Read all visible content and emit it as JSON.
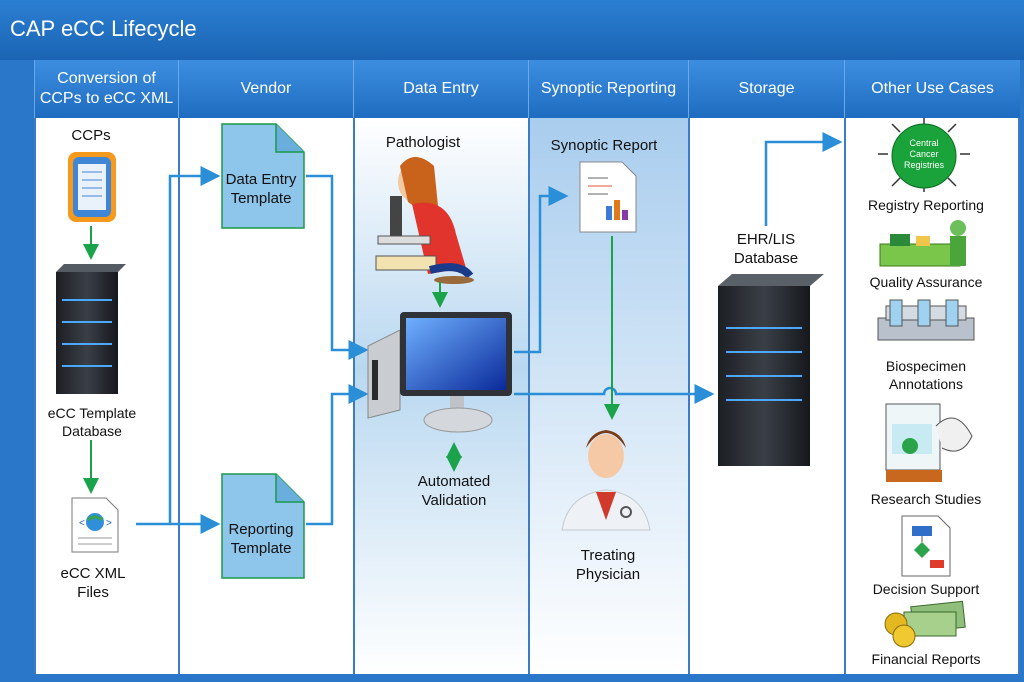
{
  "title": "CAP eCC Lifecycle",
  "columns": [
    "Conversion of\nCCPs to eCC XML",
    "Vendor",
    "Data Entry",
    "Synoptic Reporting",
    "Storage",
    "Other Use Cases"
  ],
  "conversion": {
    "ccps_label": "CCPs",
    "template_db_label": "eCC Template\nDatabase",
    "xml_files_label": "eCC XML\nFiles"
  },
  "vendor": {
    "data_entry_template": "Data Entry\nTemplate",
    "reporting_template": "Reporting\nTemplate"
  },
  "data_entry": {
    "pathologist_label": "Pathologist",
    "validation_label": "Automated\nValidation"
  },
  "synoptic": {
    "report_label": "Synoptic Report",
    "physician_label": "Treating\nPhysician"
  },
  "storage": {
    "db_label": "EHR/LIS\nDatabase"
  },
  "use_cases": {
    "registry_badge": "Central\nCancer\nRegistries",
    "items": [
      "Registry Reporting",
      "Quality Assurance",
      "Biospecimen\nAnnotations",
      "Research Studies",
      "Decision Support",
      "Financial Reports"
    ]
  },
  "colors": {
    "header": "#1e6cc0",
    "arrow_blue": "#2a8fd6",
    "arrow_green": "#1aa34a",
    "template_fill": "#8ec5ea",
    "template_stroke": "#1a9a4a"
  }
}
